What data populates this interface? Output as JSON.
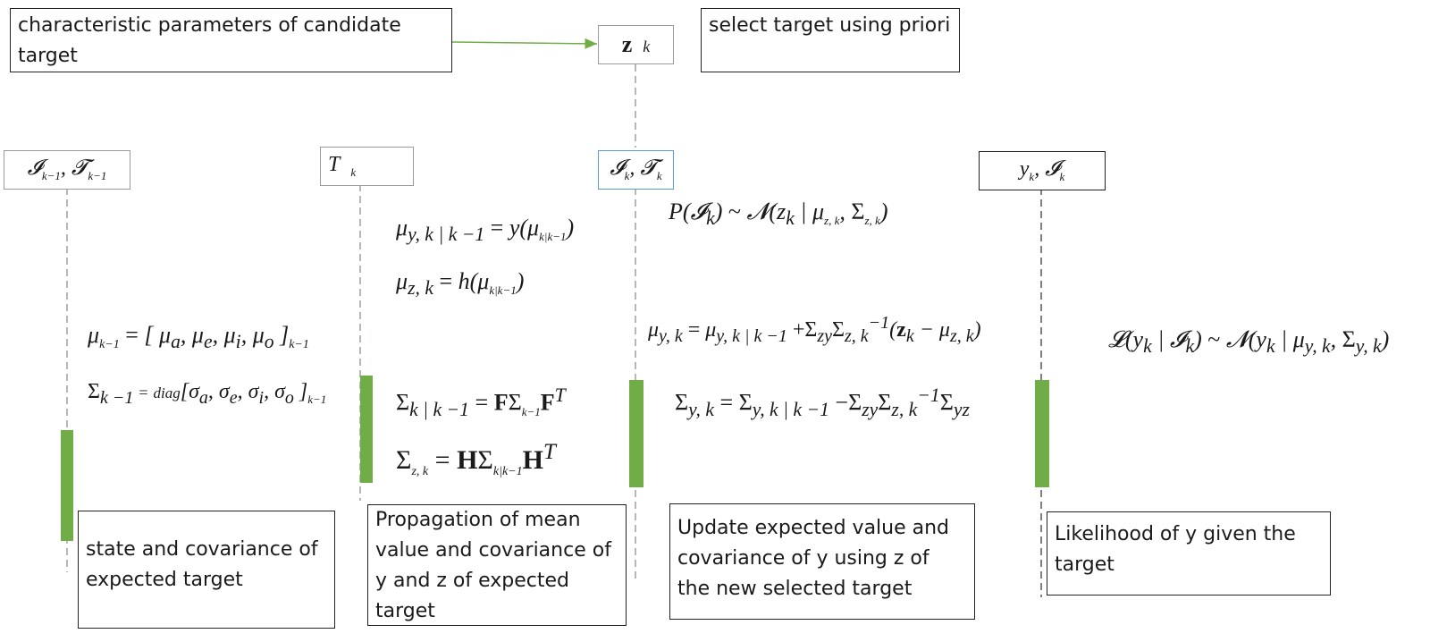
{
  "notes": {
    "candidate_params": "characteristic parameters of candidate target",
    "select_target": "select target using priori",
    "state_cov": "state and covariance of expected target",
    "propagation": "Propagation of mean value and covariance of y and z of expected target",
    "update": "Update expected value and covariance of y using z of the new selected target",
    "likelihood": "Likelihood of y given the target"
  },
  "colors": {
    "activation_bar": "#70ad47",
    "arrow": "#70ad47",
    "lifeline": "#9aa0a6",
    "blue_border": "#5b9bd5"
  }
}
